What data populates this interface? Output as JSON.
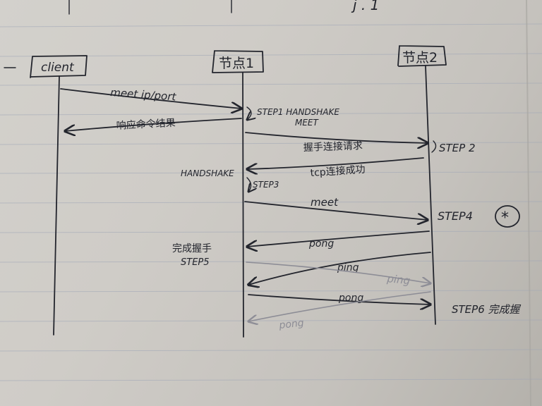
{
  "top_scribble": "j . 1",
  "actors": [
    {
      "id": "client",
      "label": "client"
    },
    {
      "id": "node1",
      "label": "节点1"
    },
    {
      "id": "node2",
      "label": "节点2"
    }
  ],
  "messages": {
    "meet_ip_port": "meet ip/port",
    "reply_result": "响应命令结果",
    "handshake_request": "握手连接请求",
    "tcp_success": "tcp连接成功",
    "meet": "meet",
    "pong1": "pong",
    "ping": "ping",
    "ping_ghost": "ping",
    "pong2": "pong",
    "pong_ghost": "pong"
  },
  "notes": {
    "step1_line1": "STEP1 HANDSHAKE",
    "step1_line2": "MEET",
    "step2": "STEP 2",
    "handshake": "HANDSHAKE",
    "step3": "STEP3",
    "step4": "STEP4",
    "star": "*",
    "complete_handshake": "完成握手",
    "step5": "STEP5",
    "step6": "STEP6 完成握"
  }
}
